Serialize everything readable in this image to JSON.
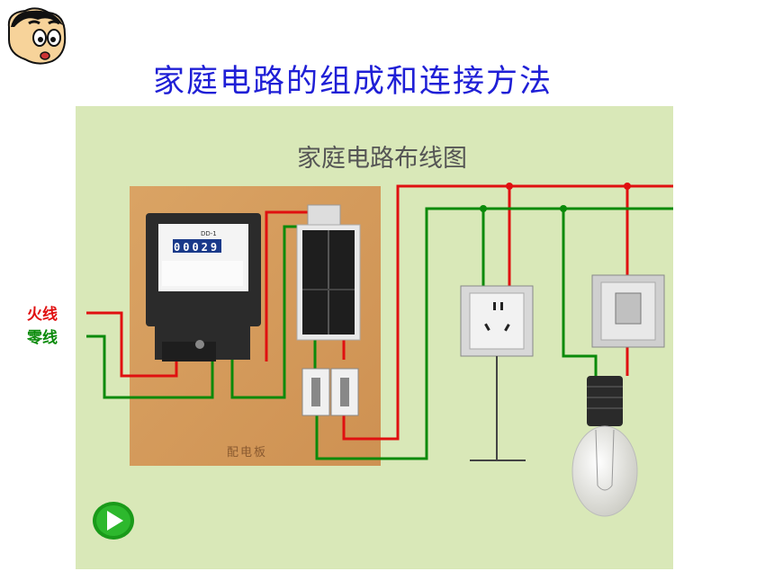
{
  "slide": {
    "title": "家庭电路的组成和连接方法"
  },
  "diagram": {
    "title": "家庭电路布线图",
    "labels": {
      "live": "火线",
      "neutral": "零线",
      "board": "配电板"
    },
    "meter": {
      "model": "DD-1",
      "reading": "00029"
    },
    "colors": {
      "live_wire": "#e01010",
      "neutral_wire": "#0a8a0a",
      "panel_bg": "#d9e8b8",
      "board": "#d49a5a"
    }
  },
  "controls": {
    "play_button": "play-icon"
  }
}
